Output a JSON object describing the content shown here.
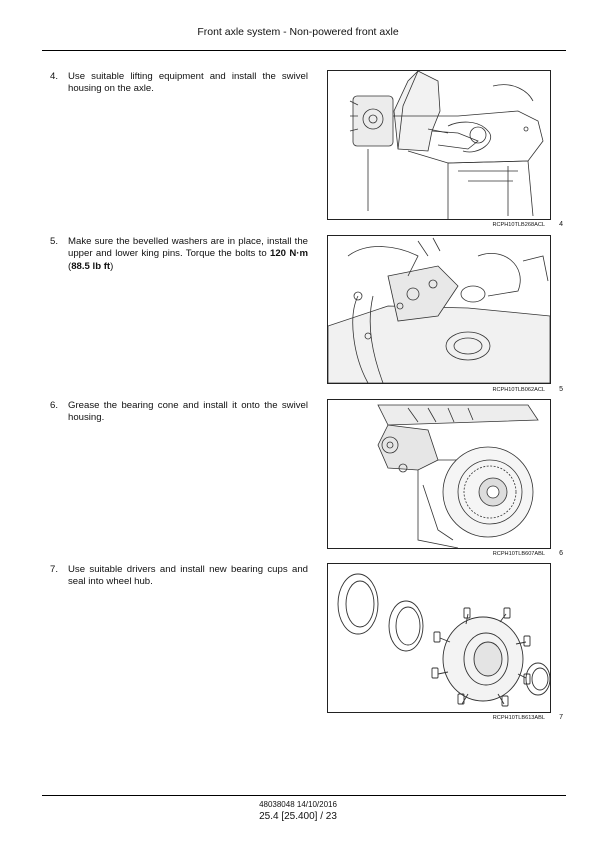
{
  "header": {
    "title": "Front axle system - Non-powered front axle"
  },
  "steps": [
    {
      "num": "4.",
      "text": "Use suitable lifting equipment and install the swivel housing on the axle.",
      "caption": "RCPH10TLB268ACL",
      "fig": "4"
    },
    {
      "num": "5.",
      "text_a": "Make sure the bevelled washers are in place, install the upper and lower king pins.  Torque the bolts to ",
      "bold_a": "120 N·m",
      "text_b": " (",
      "bold_b": "88.5 lb ft",
      "text_c": ")",
      "caption": "RCPH10TLB062ACL",
      "fig": "5"
    },
    {
      "num": "6.",
      "text": "Grease the bearing cone and install it onto the swivel housing.",
      "caption": "RCPH10TLB607ABL",
      "fig": "6"
    },
    {
      "num": "7.",
      "text": "Use suitable drivers and install new bearing cups and seal into wheel hub.",
      "caption": "RCPH10TLB613ABL",
      "fig": "7"
    }
  ],
  "footer": {
    "doc": "48038048 14/10/2016",
    "page": "25.4 [25.400] / 23"
  }
}
